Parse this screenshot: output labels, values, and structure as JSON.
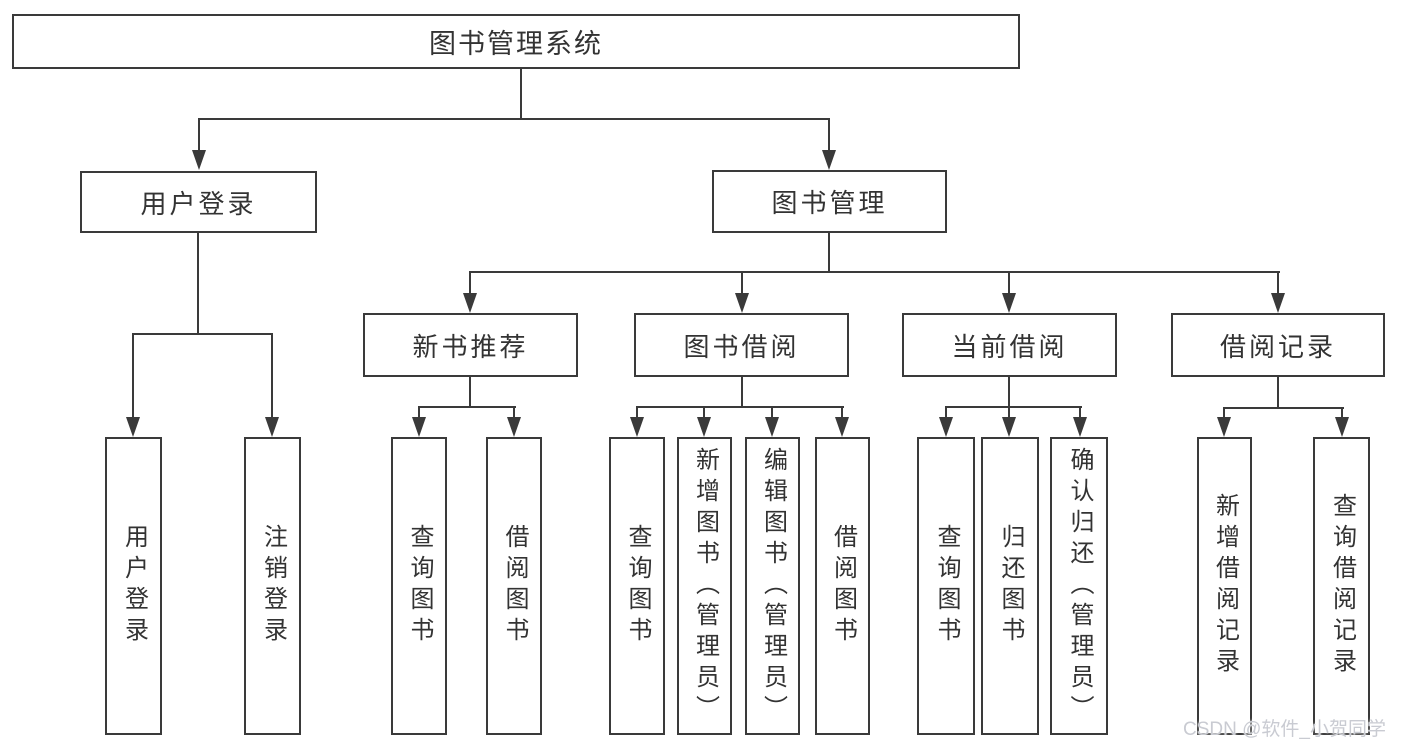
{
  "diagram": {
    "root": "图书管理系统",
    "branches": [
      {
        "label": "用户登录",
        "children": [
          "用户登录",
          "注销登录"
        ]
      },
      {
        "label": "图书管理",
        "groups": [
          {
            "label": "新书推荐",
            "children": [
              "查询图书",
              "借阅图书"
            ]
          },
          {
            "label": "图书借阅",
            "children": [
              "查询图书",
              "新增图书（管理员）",
              "编辑图书（管理员）",
              "借阅图书"
            ]
          },
          {
            "label": "当前借阅",
            "children": [
              "查询图书",
              "归还图书",
              "确认归还（管理员）"
            ]
          },
          {
            "label": "借阅记录",
            "children": [
              "新增借阅记录",
              "查询借阅记录"
            ]
          }
        ]
      }
    ]
  },
  "watermark": "CSDN @软件_小贺同学",
  "colors": {
    "line": "#3a3a3a",
    "text": "#333333",
    "background": "#ffffff",
    "watermark": "#c9cbd2"
  }
}
